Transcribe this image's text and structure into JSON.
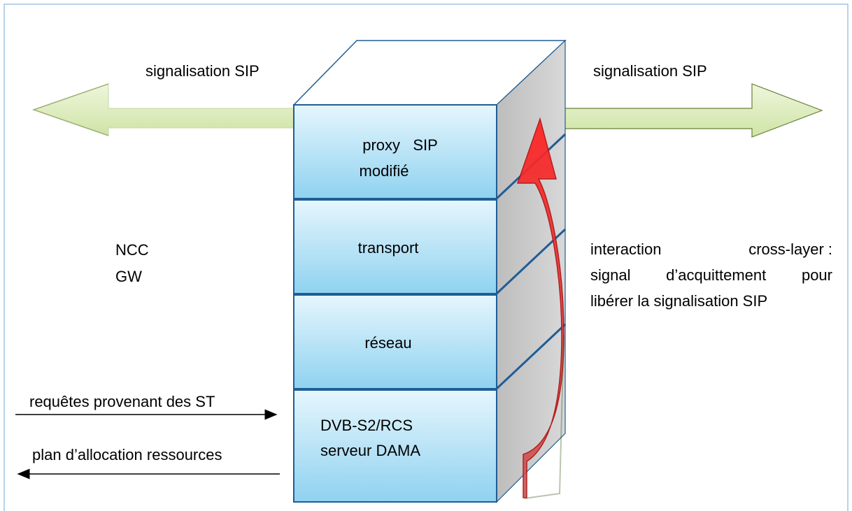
{
  "arrows": {
    "left_label": "signalisation SIP",
    "right_label": "signalisation SIP"
  },
  "stack": {
    "layers": [
      {
        "line1": "proxy   SIP",
        "line2": "modifié"
      },
      {
        "line1": "transport"
      },
      {
        "line1": "réseau"
      },
      {
        "line1": "DVB-S2/RCS",
        "line2": "serveur DAMA"
      }
    ]
  },
  "node": {
    "line1": "NCC",
    "line2": "GW"
  },
  "cross_layer": {
    "line1_a": "interaction",
    "line1_b": "cross-layer :",
    "line2": "signal d’acquittement pour",
    "line3": "libérer la signalisation SIP"
  },
  "io": {
    "incoming": "requêtes provenant des ST",
    "outgoing": "plan d’allocation ressources"
  },
  "colors": {
    "frame": "#9fc4e6",
    "cube_front": "#b6e2f6",
    "cube_side": "#cfcfcf",
    "cube_edge": "#1f5d95",
    "arrow_fill": "#d9ebb5",
    "arrow_edge": "#6a7f3a",
    "curve_fill": "#e03030"
  }
}
